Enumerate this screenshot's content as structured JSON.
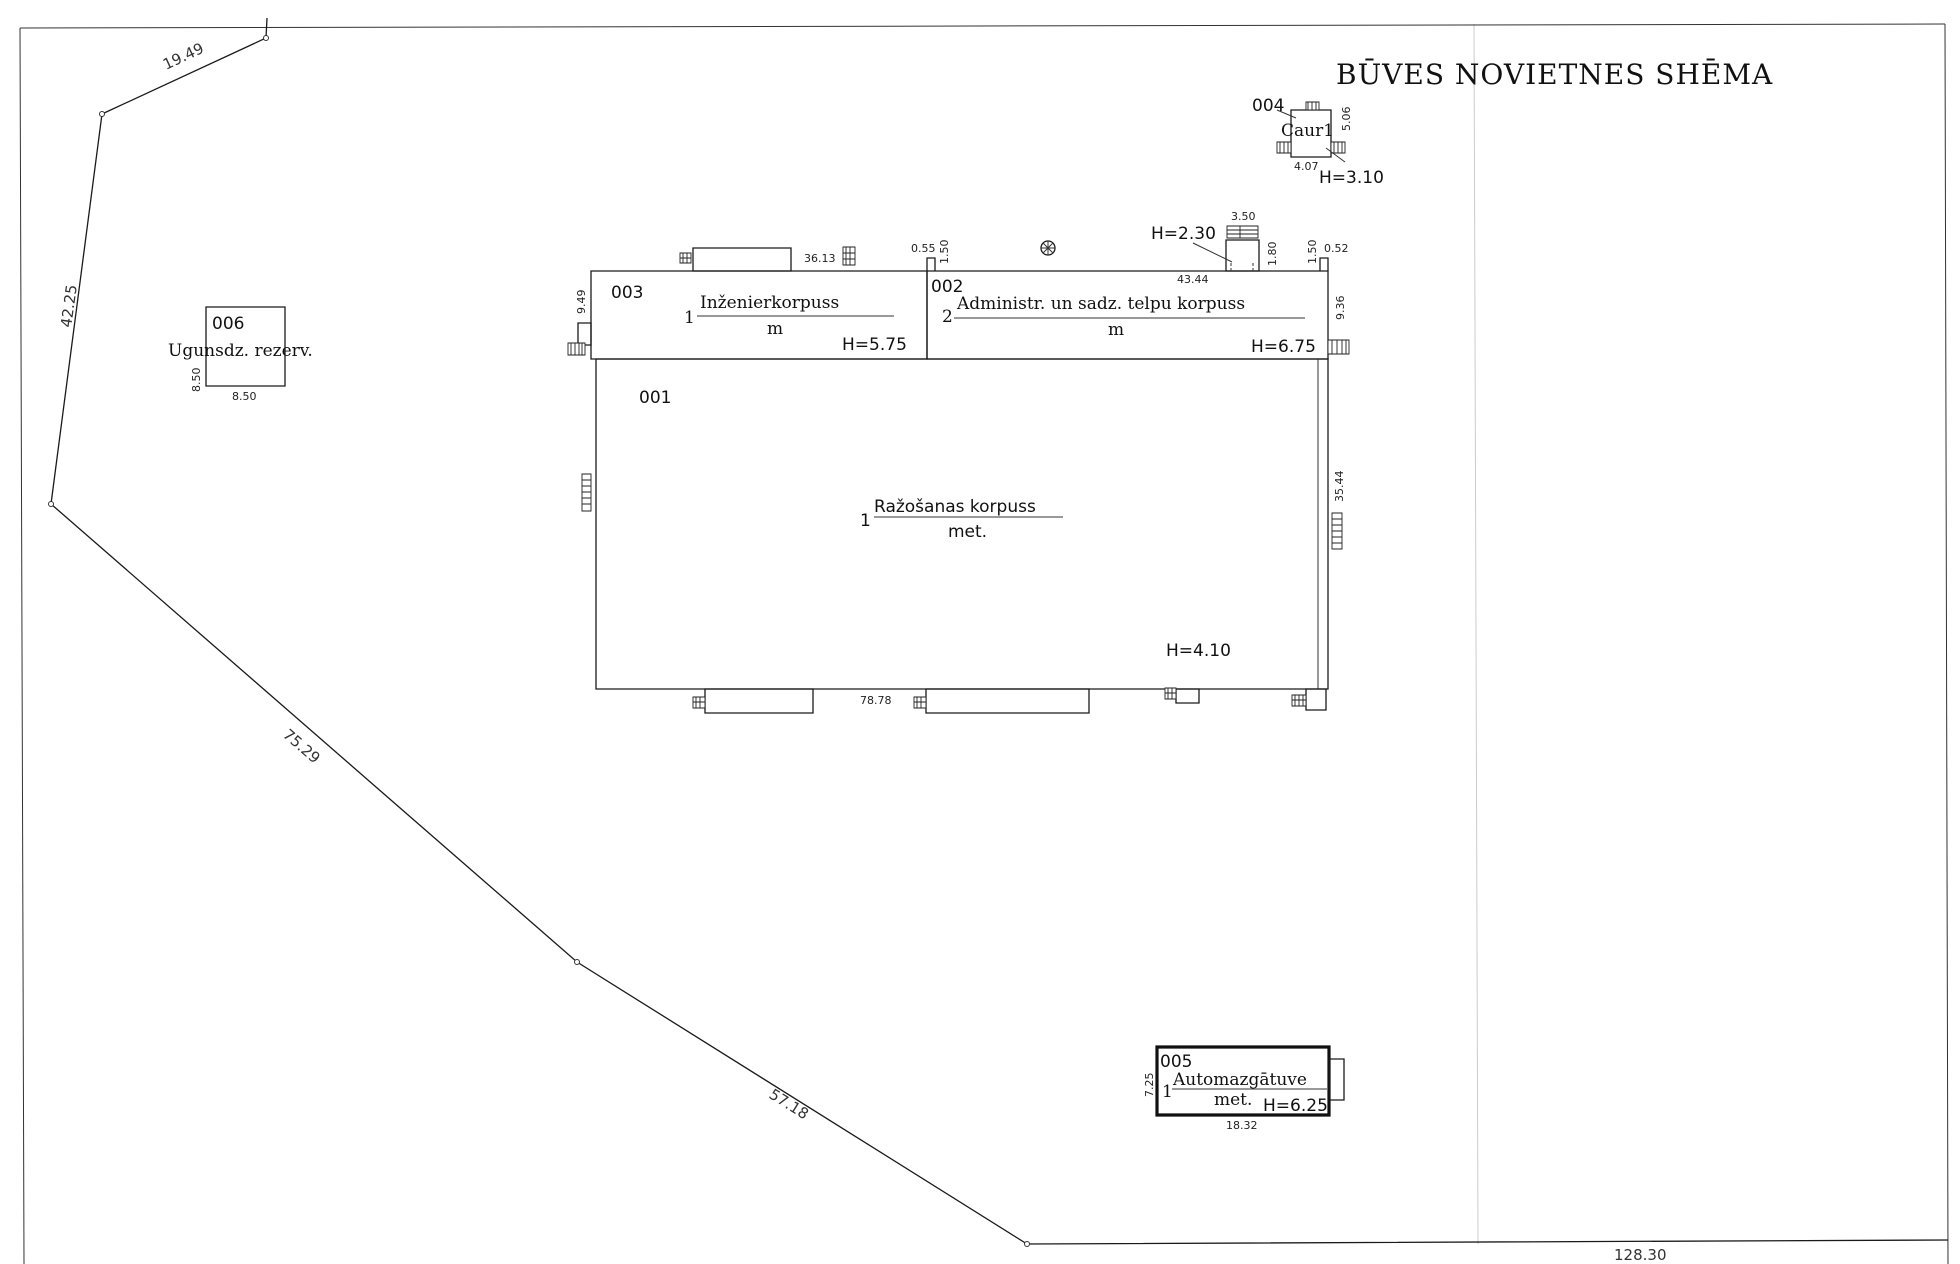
{
  "title": "BŪVES NOVIETNES SHĒMA",
  "boundary": {
    "segments": [
      "19.49",
      "42.25",
      "75.29",
      "57.18",
      "128.30"
    ]
  },
  "buildings": {
    "b001": {
      "code": "001",
      "floors": "1",
      "name": "Ražošanas korpuss",
      "material": "met.",
      "height": "H=4.10",
      "dim_top": "43.44",
      "dim_bottom": "78.78",
      "dim_right": "35.44"
    },
    "b002": {
      "code": "002",
      "floors": "2",
      "name": "Administr. un  sadz. telpu  korpuss",
      "material": "m",
      "height": "H=6.75",
      "dim_left_top": "0.55",
      "dim_step": "1.50",
      "dim_right_top": "0.52",
      "dim_step2": "1.50",
      "dim_side": "9.36"
    },
    "b003": {
      "code": "003",
      "floors": "1",
      "name": "Inženierkorpuss",
      "material": "m",
      "height": "H=5.75",
      "dim_top": "36.13",
      "dim_side": "9.49"
    },
    "b004": {
      "code": "004",
      "name": "Caur1",
      "height": "H=3.10",
      "dim_w": "4.07",
      "dim_h": "5.06"
    },
    "b005": {
      "code": "005",
      "floors": "1",
      "name": "Automazgātuve",
      "material": "met.",
      "height": "H=6.25",
      "dim_w": "18.32",
      "dim_h": "7.25"
    },
    "b006": {
      "code": "006",
      "name": "Ugunsdz. rezerv.",
      "dim_w": "8.50",
      "dim_h": "8.50"
    },
    "canopy": {
      "height": "H=2.30",
      "dim_w": "3.50",
      "dim_h": "1.80"
    }
  }
}
